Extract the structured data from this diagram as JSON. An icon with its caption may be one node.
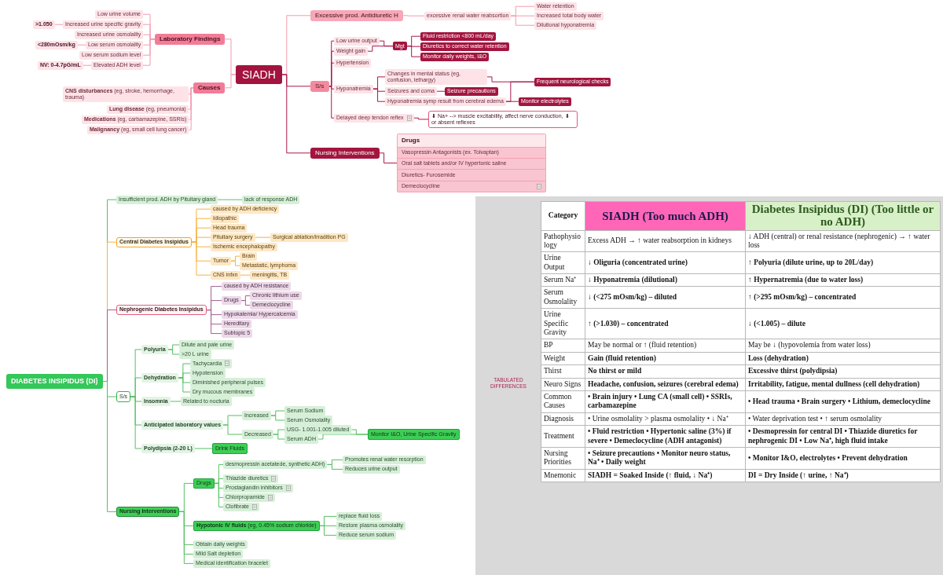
{
  "diagram": {
    "nodes": [
      {
        "text": [
          "SIADH"
        ]
      },
      {
        "text": [
          "Laboratory Findings"
        ]
      },
      {
        "text": [
          "Low urine volume"
        ]
      },
      {
        "text": [
          "Increased urine specific gravity"
        ]
      },
      {
        "text": [
          ">1.050"
        ]
      },
      {
        "text": [
          "Increased urine osmolality"
        ]
      },
      {
        "text": [
          "<280mOsm/kg"
        ]
      },
      {
        "text": [
          "Low serum osmolality"
        ]
      },
      {
        "text": [
          "Low serum sodium level"
        ]
      },
      {
        "text": [
          "NV: 0-4.7pG/mL"
        ]
      },
      {
        "text": [
          "Elevated ADH level"
        ]
      },
      {
        "text": [
          "Causes"
        ]
      },
      {
        "text": [
          "**CNS disturbances** (eg, stroke, hemorrhage, trauma)"
        ]
      },
      {
        "text": [
          "**Lung disease** (eg, pneumonia)"
        ]
      },
      {
        "text": [
          "**Medications** (eg, carbamazepine, SSRIs)"
        ]
      },
      {
        "text": [
          "**Malignancy** (eg, small cell lung cancer)"
        ]
      },
      {
        "text": [
          "Excessive prod. Antidiuretic H"
        ]
      },
      {
        "text": [
          "excessive renal water reabsortion"
        ]
      },
      {
        "text": [
          "Water retention"
        ]
      },
      {
        "text": [
          "Increased total body water"
        ]
      },
      {
        "text": [
          "Dilutional hyponatremia"
        ]
      },
      {
        "text": [
          "S/s"
        ]
      },
      {
        "text": [
          "Low urine output"
        ]
      },
      {
        "text": [
          "Weight gain"
        ]
      },
      {
        "text": [
          "Mgt"
        ]
      },
      {
        "text": [
          "Fluid restriction <800 mL/day"
        ]
      },
      {
        "text": [
          "Diuretics to correct water retention"
        ]
      },
      {
        "text": [
          "Monitor daily weights, I&O"
        ]
      },
      {
        "text": [
          "Hypertension"
        ]
      },
      {
        "text": [
          "Hyponatremia"
        ]
      },
      {
        "text": [
          "Changes in mental status (eg, confusion, lethargy)"
        ]
      },
      {
        "text": [
          "Seizures and coma"
        ]
      },
      {
        "text": [
          "Seizure precautions"
        ]
      },
      {
        "text": [
          "Hyponatremia symp result from cerebral edema"
        ]
      },
      {
        "text": [
          "Monitor electrolytes"
        ]
      },
      {
        "text": [
          "Frequent neurological checks"
        ]
      },
      {
        "text": [
          "Delayed deep tendon reflex"
        ]
      },
      {
        "text": [
          "⬇ Na+ --> muscle excitability, affect nerve conduction, ⬇ or absent reflexes"
        ]
      },
      {
        "text": [
          "Nursing Interventions"
        ]
      },
      {
        "text": [
          "Drugs",
          "Vasopressin Antagonists (ex. Tolvaptan)",
          "Oral salt tablets and/or IV hypertonic saline",
          "Diuretics- Furosemide",
          "Demeclocycline"
        ]
      },
      {
        "text": [
          "DIABETES INSIPIDUS (DI)"
        ]
      },
      {
        "text": [
          "Insufficient prod. ADH by Pituitary gland"
        ]
      },
      {
        "text": [
          "lack of response ADH"
        ]
      },
      {
        "text": [
          "Central Diabetes Insipidus"
        ]
      },
      {
        "text": [
          "caused by ADH deficiency"
        ]
      },
      {
        "text": [
          "Idiopathic"
        ]
      },
      {
        "text": [
          "Head trauma"
        ]
      },
      {
        "text": [
          "Pituitary surgery"
        ]
      },
      {
        "text": [
          "Surgical ablation/irradition PG"
        ]
      },
      {
        "text": [
          "Ischemic encephalopathy"
        ]
      },
      {
        "text": [
          "Tumor"
        ]
      },
      {
        "text": [
          "Brain"
        ]
      },
      {
        "text": [
          "Metastatic, lymphoma"
        ]
      },
      {
        "text": [
          "CNS infxn"
        ]
      },
      {
        "text": [
          "meningitis, TB"
        ]
      },
      {
        "text": [
          "Nephrogenic Diabetes Insipidus"
        ]
      },
      {
        "text": [
          "caused by ADH resistance"
        ]
      },
      {
        "text": [
          "Drugs"
        ]
      },
      {
        "text": [
          "Chronic lithium use"
        ]
      },
      {
        "text": [
          "Demeclocycline"
        ]
      },
      {
        "text": [
          "Hypokalemia/ Hypercalcemia"
        ]
      },
      {
        "text": [
          "Hereditary"
        ]
      },
      {
        "text": [
          "Subtopic 5"
        ]
      },
      {
        "text": [
          "S/s"
        ]
      },
      {
        "text": [
          "Polyuria"
        ]
      },
      {
        "text": [
          "Dilute and pale urine"
        ]
      },
      {
        "text": [
          ">20 L urine"
        ]
      },
      {
        "text": [
          "Dehydration"
        ]
      },
      {
        "text": [
          "Tachycardia"
        ]
      },
      {
        "text": [
          "Hypotension"
        ]
      },
      {
        "text": [
          "Diminished peripheral pulses"
        ]
      },
      {
        "text": [
          "Dry mucous membranes"
        ]
      },
      {
        "text": [
          "Insomnia"
        ]
      },
      {
        "text": [
          "Related to nocturia"
        ]
      },
      {
        "text": [
          "Anticipated laboratory values"
        ]
      },
      {
        "text": [
          "Increased"
        ]
      },
      {
        "text": [
          "Serum Sodium"
        ]
      },
      {
        "text": [
          "Serum Osmolality"
        ]
      },
      {
        "text": [
          "Decreased"
        ]
      },
      {
        "text": [
          "USG- 1.001-1.005 diluted"
        ]
      },
      {
        "text": [
          "Serum ADH"
        ]
      },
      {
        "text": [
          "Monitor I&O, Urine Specific Gravity"
        ]
      },
      {
        "text": [
          "Polydipsia (2-20 L)"
        ]
      },
      {
        "text": [
          "Drink Fluids"
        ]
      },
      {
        "text": [
          "Nursing Interventions"
        ]
      },
      {
        "text": [
          "Drugs"
        ]
      },
      {
        "text": [
          "desmopressin acetatede, synthetic ADH)"
        ]
      },
      {
        "text": [
          "Promotes renal water resorption"
        ]
      },
      {
        "text": [
          "Reduces urine output"
        ]
      },
      {
        "text": [
          "Thiazide diuretics"
        ]
      },
      {
        "text": [
          "Prostaglandin inhibitors"
        ]
      },
      {
        "text": [
          "Chlorpropamide"
        ]
      },
      {
        "text": [
          "Clofibrate"
        ]
      },
      {
        "text": [
          "**Hypotonic IV fluids** (eg, 0.45% sodium chloride)"
        ]
      },
      {
        "text": [
          "replace fluid loss"
        ]
      },
      {
        "text": [
          "Restore plasma osmolality"
        ]
      },
      {
        "text": [
          "Reduce serum sodium"
        ]
      },
      {
        "text": [
          "Obtain daily weights"
        ]
      },
      {
        "text": [
          "Mild Salt depletion"
        ]
      },
      {
        "text": [
          "Medical identification bracelet"
        ]
      }
    ],
    "edges": [
      {
        "from": 0,
        "to": 1,
        "arrow": "none",
        "color": "#f39ab0"
      },
      {
        "from": 1,
        "to": 2,
        "arrow": "none",
        "color": "#f39ab0"
      },
      {
        "from": 1,
        "to": 3,
        "arrow": "none",
        "color": "#f39ab0"
      },
      {
        "from": 1,
        "to": 5,
        "arrow": "none",
        "color": "#f39ab0"
      },
      {
        "from": 1,
        "to": 7,
        "arrow": "none",
        "color": "#f39ab0"
      },
      {
        "from": 1,
        "to": 8,
        "arrow": "none",
        "color": "#f39ab0"
      },
      {
        "from": 1,
        "to": 10,
        "arrow": "none",
        "color": "#f39ab0"
      },
      {
        "from": 3,
        "to": 4,
        "arrow": "none",
        "color": "#f39ab0"
      },
      {
        "from": 7,
        "to": 6,
        "arrow": "none",
        "color": "#f39ab0"
      },
      {
        "from": 10,
        "to": 9,
        "arrow": "none",
        "color": "#f39ab0"
      },
      {
        "from": 0,
        "to": 11,
        "arrow": "none",
        "color": "#f39ab0"
      },
      {
        "from": 11,
        "to": 12,
        "arrow": "none",
        "color": "#f39ab0"
      },
      {
        "from": 11,
        "to": 13,
        "arrow": "none",
        "color": "#f39ab0"
      },
      {
        "from": 11,
        "to": 14,
        "arrow": "none",
        "color": "#f39ab0"
      },
      {
        "from": 11,
        "to": 15,
        "arrow": "none",
        "color": "#f39ab0"
      },
      {
        "from": 0,
        "to": 16,
        "arrow": "none",
        "color": "#f39ab0"
      },
      {
        "from": 16,
        "to": 17,
        "arrow": "none",
        "color": "#f39ab0"
      },
      {
        "from": 17,
        "to": 18,
        "arrow": "none",
        "color": "#f39ab0"
      },
      {
        "from": 17,
        "to": 19,
        "arrow": "none",
        "color": "#f39ab0"
      },
      {
        "from": 17,
        "to": 20,
        "arrow": "none",
        "color": "#f39ab0"
      },
      {
        "from": 0,
        "to": 21,
        "arrow": "none",
        "color": "#a8184a"
      },
      {
        "from": 21,
        "to": 22,
        "arrow": "none",
        "color": "#a8184a"
      },
      {
        "from": 21,
        "to": 23,
        "arrow": "none",
        "color": "#a8184a"
      },
      {
        "from": 21,
        "to": 28,
        "arrow": "none",
        "color": "#a8184a"
      },
      {
        "from": 21,
        "to": 29,
        "arrow": "none",
        "color": "#a8184a"
      },
      {
        "from": 21,
        "to": 36,
        "arrow": "none",
        "color": "#a8184a"
      },
      {
        "from": 22,
        "to": 24,
        "arrow": "none",
        "color": "#a8184a"
      },
      {
        "from": 23,
        "to": 24,
        "arrow": "none",
        "color": "#a8184a"
      },
      {
        "from": 24,
        "to": 25,
        "arrow": "none",
        "color": "#a8184a"
      },
      {
        "from": 24,
        "to": 26,
        "arrow": "none",
        "color": "#a8184a"
      },
      {
        "from": 24,
        "to": 27,
        "arrow": "none",
        "color": "#a8184a"
      },
      {
        "from": 29,
        "to": 30,
        "arrow": "none",
        "color": "#a8184a"
      },
      {
        "from": 29,
        "to": 31,
        "arrow": "none",
        "color": "#a8184a"
      },
      {
        "from": 29,
        "to": 33,
        "arrow": "none",
        "color": "#a8184a"
      },
      {
        "from": 31,
        "to": 32,
        "arrow": "none",
        "color": "#a8184a"
      },
      {
        "from": 33,
        "to": 34,
        "arrow": "none",
        "color": "#a8184a"
      },
      {
        "from": 30,
        "to": 35,
        "arrow": "none",
        "color": "#a8184a"
      },
      {
        "from": 33,
        "to": 35,
        "arrow": "none",
        "color": "#a8184a"
      },
      {
        "from": 36,
        "to": 37,
        "arrow": "none",
        "color": "#a8184a"
      },
      {
        "from": 0,
        "to": 38,
        "arrow": "none",
        "color": "#a8184a"
      },
      {
        "from": 38,
        "to": 39,
        "arrow": "none",
        "color": "#a8184a"
      },
      {
        "from": 40,
        "to": 41,
        "arrow": "none"
      },
      {
        "from": 41,
        "to": 42,
        "arrow": "none"
      },
      {
        "from": 40,
        "to": 43,
        "arrow": "none",
        "color": "#f5b342"
      },
      {
        "from": 43,
        "to": 44,
        "arrow": "none",
        "color": "#f5b342"
      },
      {
        "from": 43,
        "to": 45,
        "arrow": "none",
        "color": "#f5b342"
      },
      {
        "from": 43,
        "to": 46,
        "arrow": "none",
        "color": "#f5b342"
      },
      {
        "from": 43,
        "to": 47,
        "arrow": "none",
        "color": "#f5b342"
      },
      {
        "from": 47,
        "to": 48,
        "arrow": "none",
        "color": "#f5b342"
      },
      {
        "from": 43,
        "to": 49,
        "arrow": "none",
        "color": "#f5b342"
      },
      {
        "from": 43,
        "to": 50,
        "arrow": "none",
        "color": "#f5b342"
      },
      {
        "from": 50,
        "to": 51,
        "arrow": "none",
        "color": "#f5b342"
      },
      {
        "from": 50,
        "to": 52,
        "arrow": "none",
        "color": "#f5b342"
      },
      {
        "from": 43,
        "to": 53,
        "arrow": "none",
        "color": "#f5b342"
      },
      {
        "from": 53,
        "to": 54,
        "arrow": "none",
        "color": "#f5b342"
      },
      {
        "from": 40,
        "to": 55,
        "arrow": "none",
        "color": "#a45f92"
      },
      {
        "from": 55,
        "to": 56,
        "arrow": "none",
        "color": "#a45f92"
      },
      {
        "from": 55,
        "to": 57,
        "arrow": "none",
        "color": "#a45f92"
      },
      {
        "from": 57,
        "to": 58,
        "arrow": "none",
        "color": "#a45f92"
      },
      {
        "from": 57,
        "to": 59,
        "arrow": "none",
        "color": "#a45f92"
      },
      {
        "from": 55,
        "to": 60,
        "arrow": "none",
        "color": "#a45f92"
      },
      {
        "from": 55,
        "to": 61,
        "arrow": "none",
        "color": "#a45f92"
      },
      {
        "from": 55,
        "to": 62,
        "arrow": "none",
        "color": "#a45f92"
      },
      {
        "from": 40,
        "to": 63,
        "arrow": "none"
      },
      {
        "from": 63,
        "to": 64,
        "arrow": "none"
      },
      {
        "from": 64,
        "to": 65,
        "arrow": "none"
      },
      {
        "from": 64,
        "to": 66,
        "arrow": "none"
      },
      {
        "from": 63,
        "to": 67,
        "arrow": "none"
      },
      {
        "from": 67,
        "to": 68,
        "arrow": "none"
      },
      {
        "from": 67,
        "to": 69,
        "arrow": "none"
      },
      {
        "from": 67,
        "to": 70,
        "arrow": "none"
      },
      {
        "from": 67,
        "to": 71,
        "arrow": "none"
      },
      {
        "from": 63,
        "to": 72,
        "arrow": "none"
      },
      {
        "from": 72,
        "to": 73,
        "arrow": "none"
      },
      {
        "from": 63,
        "to": 74,
        "arrow": "none"
      },
      {
        "from": 74,
        "to": 75,
        "arrow": "none"
      },
      {
        "from": 75,
        "to": 76,
        "arrow": "none"
      },
      {
        "from": 75,
        "to": 77,
        "arrow": "none"
      },
      {
        "from": 74,
        "to": 78,
        "arrow": "none"
      },
      {
        "from": 78,
        "to": 79,
        "arrow": "none"
      },
      {
        "from": 78,
        "to": 80,
        "arrow": "none"
      },
      {
        "from": 79,
        "to": 81,
        "arrow": "none"
      },
      {
        "from": 80,
        "to": 81,
        "arrow": "none"
      },
      {
        "from": 63,
        "to": 82,
        "arrow": "none"
      },
      {
        "from": 82,
        "to": 83,
        "arrow": "none"
      },
      {
        "from": 40,
        "to": 84,
        "arrow": "none"
      },
      {
        "from": 84,
        "to": 85,
        "arrow": "none"
      },
      {
        "from": 85,
        "to": 86,
        "arrow": "none"
      },
      {
        "from": 86,
        "to": 87,
        "arrow": "none"
      },
      {
        "from": 86,
        "to": 88,
        "arrow": "none"
      },
      {
        "from": 85,
        "to": 89,
        "arrow": "none"
      },
      {
        "from": 85,
        "to": 90,
        "arrow": "none"
      },
      {
        "from": 85,
        "to": 91,
        "arrow": "none"
      },
      {
        "from": 85,
        "to": 92,
        "arrow": "none"
      },
      {
        "from": 84,
        "to": 93,
        "arrow": "none"
      },
      {
        "from": 93,
        "to": 94,
        "arrow": "none"
      },
      {
        "from": 93,
        "to": 95,
        "arrow": "none"
      },
      {
        "from": 93,
        "to": 96,
        "arrow": "none"
      },
      {
        "from": 84,
        "to": 97,
        "arrow": "none"
      },
      {
        "from": 84,
        "to": 98,
        "arrow": "none"
      },
      {
        "from": 84,
        "to": 99,
        "arrow": "none"
      }
    ],
    "labels": [
      "TABULATED DIFFERENCES",
      "Category",
      "SIADH (Too much ADH)",
      "Diabetes Insipidus (DI) (Too little or no ADH)",
      "Pathophysiology",
      "Excess ADH → ↑ water reabsorption in kidneys",
      "↓ ADH (central) or renal resistance (nephrogenic) → ↑ water loss",
      "Urine Output",
      "↓ Oliguria (concentrated urine)",
      "↑ Polyuria (dilute urine, up to 20L/day)",
      "Serum Na⁺",
      "↓ Hyponatremia (dilutional)",
      "↑ Hypernatremia (due to water loss)",
      "Serum Osmolality",
      "↓ (<275 mOsm/kg) – diluted",
      "↑ (>295 mOsm/kg) – concentrated",
      "Urine Specific Gravity",
      "↑ (>1.030) – concentrated",
      "↓ (<1.005) – dilute",
      "BP",
      "May be normal or ↑ (fluid retention)",
      "May be ↓ (hypovolemia from water loss)",
      "Weight",
      "Gain (fluid retention)",
      "Loss (dehydration)",
      "Thirst",
      "No thirst or mild",
      "Excessive thirst (polydipsia)",
      "Neuro Signs",
      "Headache, confusion, seizures (cerebral edema)",
      "Irritability, fatigue, mental dullness (cell dehydration)",
      "Common Causes",
      "• Brain injury • Lung CA (small cell) • SSRIs, carbamazepine",
      "• Head trauma • Brain surgery • Lithium, demeclocycline",
      "Diagnosis",
      "• Urine osmolality > plasma osmolality • ↓ Na⁺",
      "• Water deprivation test • ↑ serum osmolality",
      "Treatment",
      "• Fluid restriction • Hypertonic saline (3%) if severe • Demeclocycline (ADH antagonist)",
      "• Desmopressin for central DI • Thiazide diuretics for nephrogenic DI • Low Na⁺, high fluid intake",
      "Nursing Priorities",
      "• Seizure precautions • Monitor neuro status, Na⁺ • Daily weight",
      "• Monitor I&O, electrolytes • Prevent dehydration",
      "Mnemonic",
      "SIADH = Soaked Inside (↑ fluid, ↓ Na⁺)",
      "DI = Dry Inside (↑ urine, ↑ Na⁺)"
    ]
  }
}
